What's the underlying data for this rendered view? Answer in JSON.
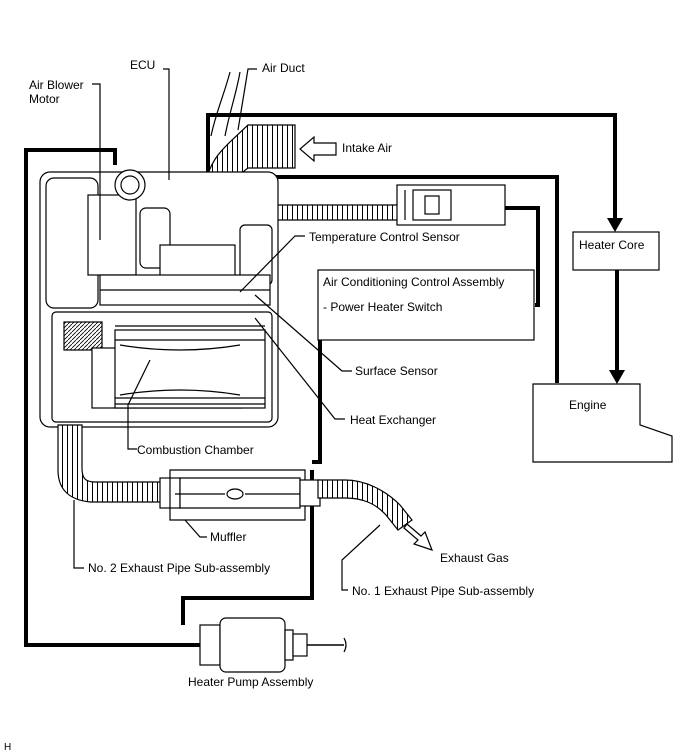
{
  "labels": {
    "ecu": "ECU",
    "air_duct": "Air Duct",
    "air_blower_motor_line1": "Air Blower",
    "air_blower_motor_line2": "Motor",
    "intake_air": "Intake Air",
    "temperature_control_sensor": "Temperature Control Sensor",
    "heater_core": "Heater Core",
    "ac_control_assembly": "Air Conditioning Control Assembly",
    "power_heater_switch": "- Power Heater Switch",
    "surface_sensor": "Surface Sensor",
    "engine": "Engine",
    "heat_exchanger": "Heat Exchanger",
    "combustion_chamber": "Combustion Chamber",
    "muffler": "Muffler",
    "exhaust_gas": "Exhaust Gas",
    "no2_exhaust_pipe": "No. 2 Exhaust Pipe Sub-assembly",
    "no1_exhaust_pipe": "No. 1 Exhaust Pipe Sub-assembly",
    "heater_pump_assembly": "Heater Pump Assembly",
    "corner_mark": "H"
  }
}
